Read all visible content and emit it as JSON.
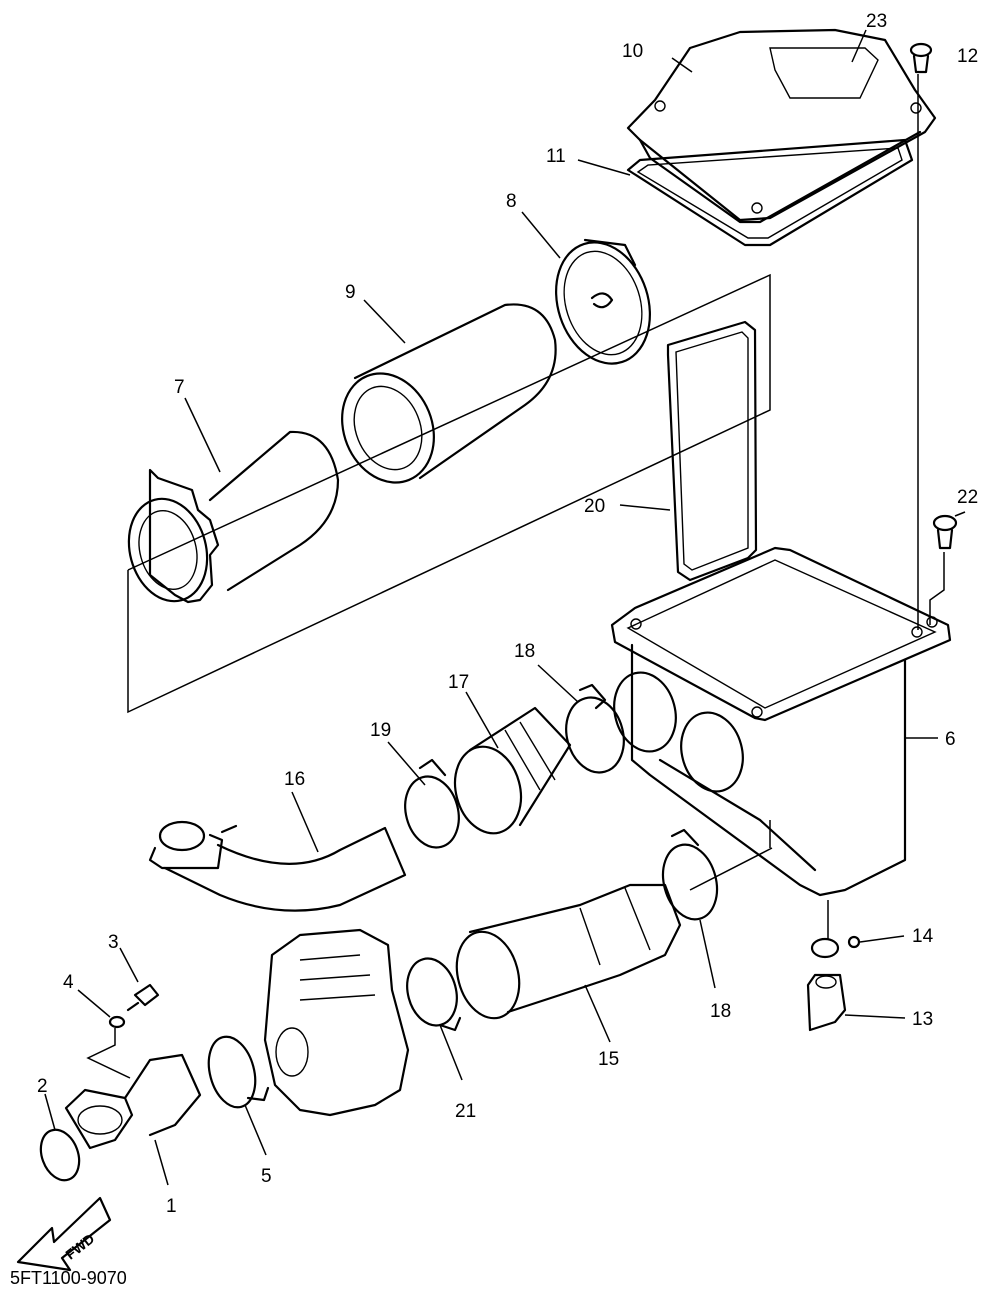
{
  "callouts": {
    "c1": "1",
    "c2": "2",
    "c3": "3",
    "c4": "4",
    "c5": "5",
    "c6": "6",
    "c7": "7",
    "c8": "8",
    "c9": "9",
    "c10": "10",
    "c11": "11",
    "c12": "12",
    "c13": "13",
    "c14": "14",
    "c15": "15",
    "c16": "16",
    "c17": "17",
    "c18a": "18",
    "c18b": "18",
    "c19": "19",
    "c20": "20",
    "c21": "21",
    "c22": "22",
    "c23": "23"
  },
  "direction_label": "FWD",
  "diagram_code": "5FT1100-9070"
}
